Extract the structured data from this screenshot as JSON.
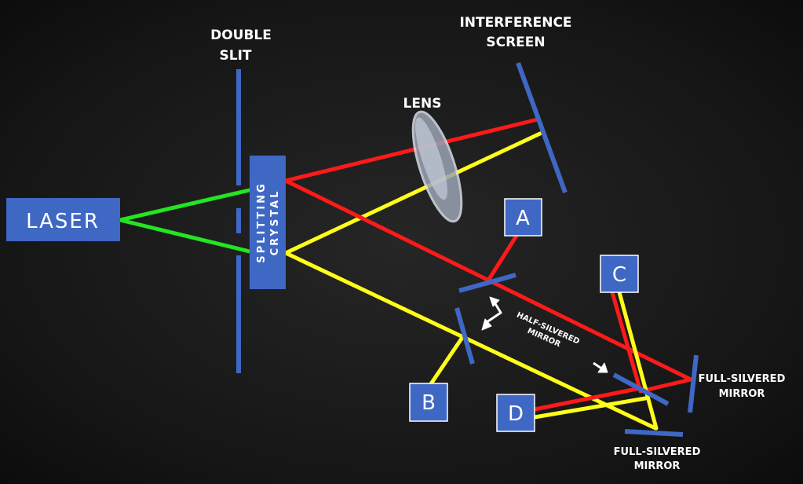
{
  "labels": {
    "laser": "LASER",
    "double_slit": [
      "DOUBLE",
      "SLIT"
    ],
    "splitting_crystal": [
      "SPLITTING",
      "CRYSTAL"
    ],
    "lens": "LENS",
    "interference_screen": [
      "INTERFERENCE",
      "SCREEN"
    ],
    "half_silvered_mirror": [
      "HALF-SILVERED",
      "MIRROR"
    ],
    "full_silvered_mirror_right": [
      "FULL-SILVERED",
      "MIRROR"
    ],
    "full_silvered_mirror_bottom": [
      "FULL-SILVERED",
      "MIRROR"
    ],
    "detectors": [
      "A",
      "B",
      "C",
      "D"
    ]
  },
  "colors": {
    "component": "#3f67c4",
    "beam_source": "#22e622",
    "beam_red": "#ff1a1a",
    "beam_yellow": "#ffff1a"
  }
}
